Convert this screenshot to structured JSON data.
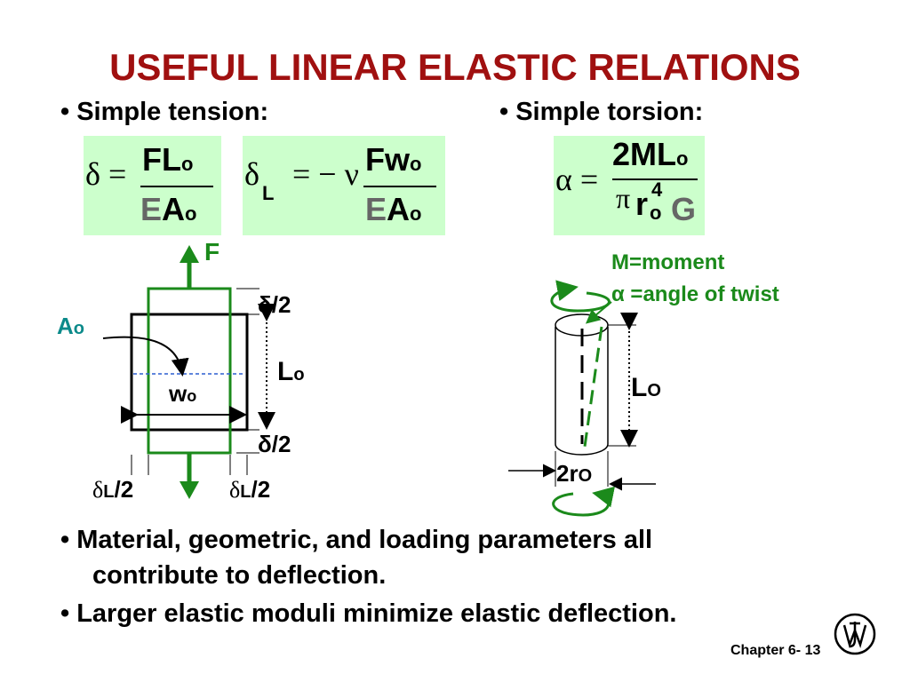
{
  "title": "USEFUL LINEAR ELASTIC RELATIONS",
  "bullets": {
    "tension": "• Simple tension:",
    "torsion": "• Simple torsion:"
  },
  "eq1": {
    "lhs": "δ =",
    "num_main": "FL",
    "num_sub": "o",
    "den_E": "E",
    "den_main": "A",
    "den_sub": "o"
  },
  "eq2": {
    "lhs": "δ",
    "lhs_sub": "L",
    "rel": "= − ν",
    "num_main": "Fw",
    "num_sub": "o",
    "den_E": "E",
    "den_main": "A",
    "den_sub": "o"
  },
  "eq3": {
    "lhs": "α =",
    "num_main": "2ML",
    "num_sub": "o",
    "den_pi": "π",
    "den_r": "r",
    "den_r_sub": "o",
    "den_r_sup": "4",
    "den_G": "G"
  },
  "tension_fig": {
    "force": "F",
    "area_main": "A",
    "area_sub": "o",
    "width_main": "w",
    "width_sub": "o",
    "length_main": "L",
    "length_sub": "o",
    "dhalf_top": "δ/2",
    "dhalf_bottom": "δ/2",
    "dL_left_main": "δ",
    "dL_left_sub": "L",
    "dL_left_tail": "/2",
    "dL_right_main": "δ",
    "dL_right_sub": "L",
    "dL_right_tail": "/2"
  },
  "torsion_fig": {
    "moment": "M=moment",
    "twist": "α =angle of twist",
    "length_main": "L",
    "length_sub": "O",
    "radius_main": "2r",
    "radius_sub": "O"
  },
  "footer": {
    "line1": "• Material, geometric, and loading parameters all",
    "line2": "contribute to deflection.",
    "line3": "• Larger elastic moduli minimize elastic deflection."
  },
  "chapter": "Chapter 6- 13",
  "logo": "JW"
}
